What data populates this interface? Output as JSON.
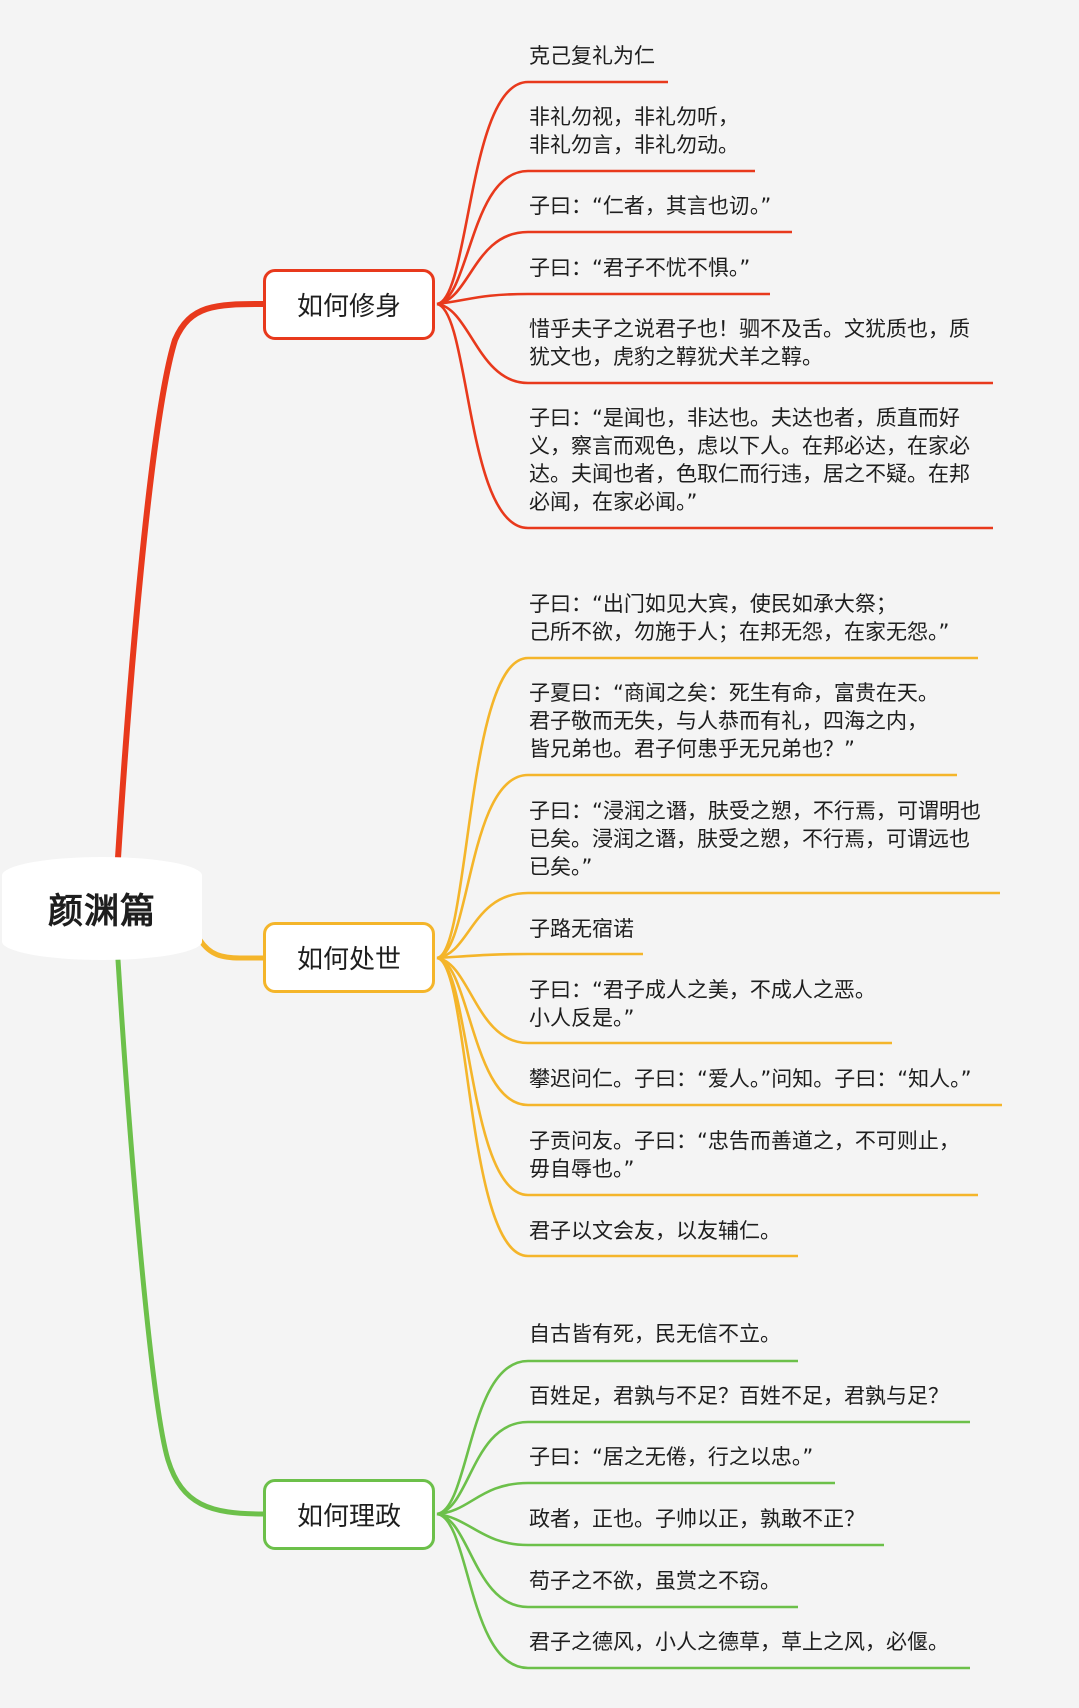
{
  "root": {
    "label": "颜渊篇"
  },
  "colors": {
    "red": "#e8391c",
    "yellow": "#f4b52a",
    "green": "#6cc04a",
    "background": "#f4f4f4"
  },
  "branches": [
    {
      "label": "如何修身",
      "color": "#e8391c",
      "items": [
        "克己复礼为仁",
        "非礼勿视，非礼勿听，\n非礼勿言，非礼勿动。",
        "子曰：“仁者，其言也讱。”",
        "子曰：“君子不忧不惧。”",
        "惜乎夫子之说君子也！驷不及舌。文犹质也，质\n犹文也，虎豹之鞟犹犬羊之鞟。",
        "子曰：“是闻也，非达也。夫达也者，质直而好\n义，察言而观色，虑以下人。在邦必达，在家必\n达。夫闻也者，色取仁而行违，居之不疑。在邦\n必闻，在家必闻。”"
      ]
    },
    {
      "label": "如何处世",
      "color": "#f4b52a",
      "items": [
        "子曰：“出门如见大宾，使民如承大祭；\n己所不欲，勿施于人；在邦无怨，在家无怨。”",
        "子夏曰：“商闻之矣：死生有命，富贵在天。\n君子敬而无失，与人恭而有礼，四海之内，\n皆兄弟也。君子何患乎无兄弟也？”",
        "子曰：“浸润之谮，肤受之愬，不行焉，可谓明也\n已矣。浸润之谮，肤受之愬，不行焉，可谓远也\n已矣。”",
        "子路无宿诺",
        "子曰：“君子成人之美，不成人之恶。\n小人反是。”",
        "攀迟问仁。子曰：“爱人。”问知。子曰：“知人。”",
        "子贡问友。子曰：“忠告而善道之，不可则止，\n毋自辱也。”",
        "君子以文会友，以友辅仁。"
      ]
    },
    {
      "label": "如何理政",
      "color": "#6cc04a",
      "items": [
        "自古皆有死，民无信不立。",
        "百姓足，君孰与不足？百姓不足，君孰与足？",
        "子曰：“居之无倦，行之以忠。”",
        "政者，正也。子帅以正，孰敢不正？",
        "苟子之不欲，虽赏之不窃。",
        "君子之德风，小人之德草，草上之风，必偃。"
      ]
    }
  ]
}
